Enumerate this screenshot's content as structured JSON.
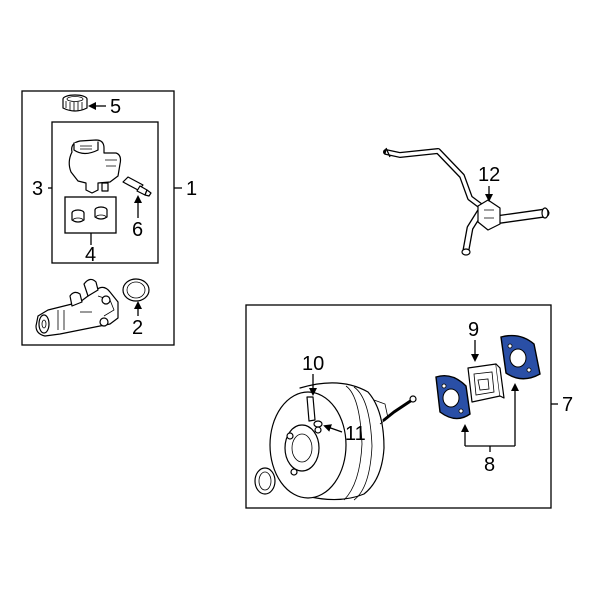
{
  "callouts": {
    "c1": "1",
    "c2": "2",
    "c3": "3",
    "c4": "4",
    "c5": "5",
    "c6": "6",
    "c7": "7",
    "c8": "8",
    "c9": "9",
    "c10": "10",
    "c11": "11",
    "c12": "12"
  },
  "colors": {
    "highlight": "#2a4fa6",
    "line": "#000000",
    "background": "#ffffff"
  }
}
